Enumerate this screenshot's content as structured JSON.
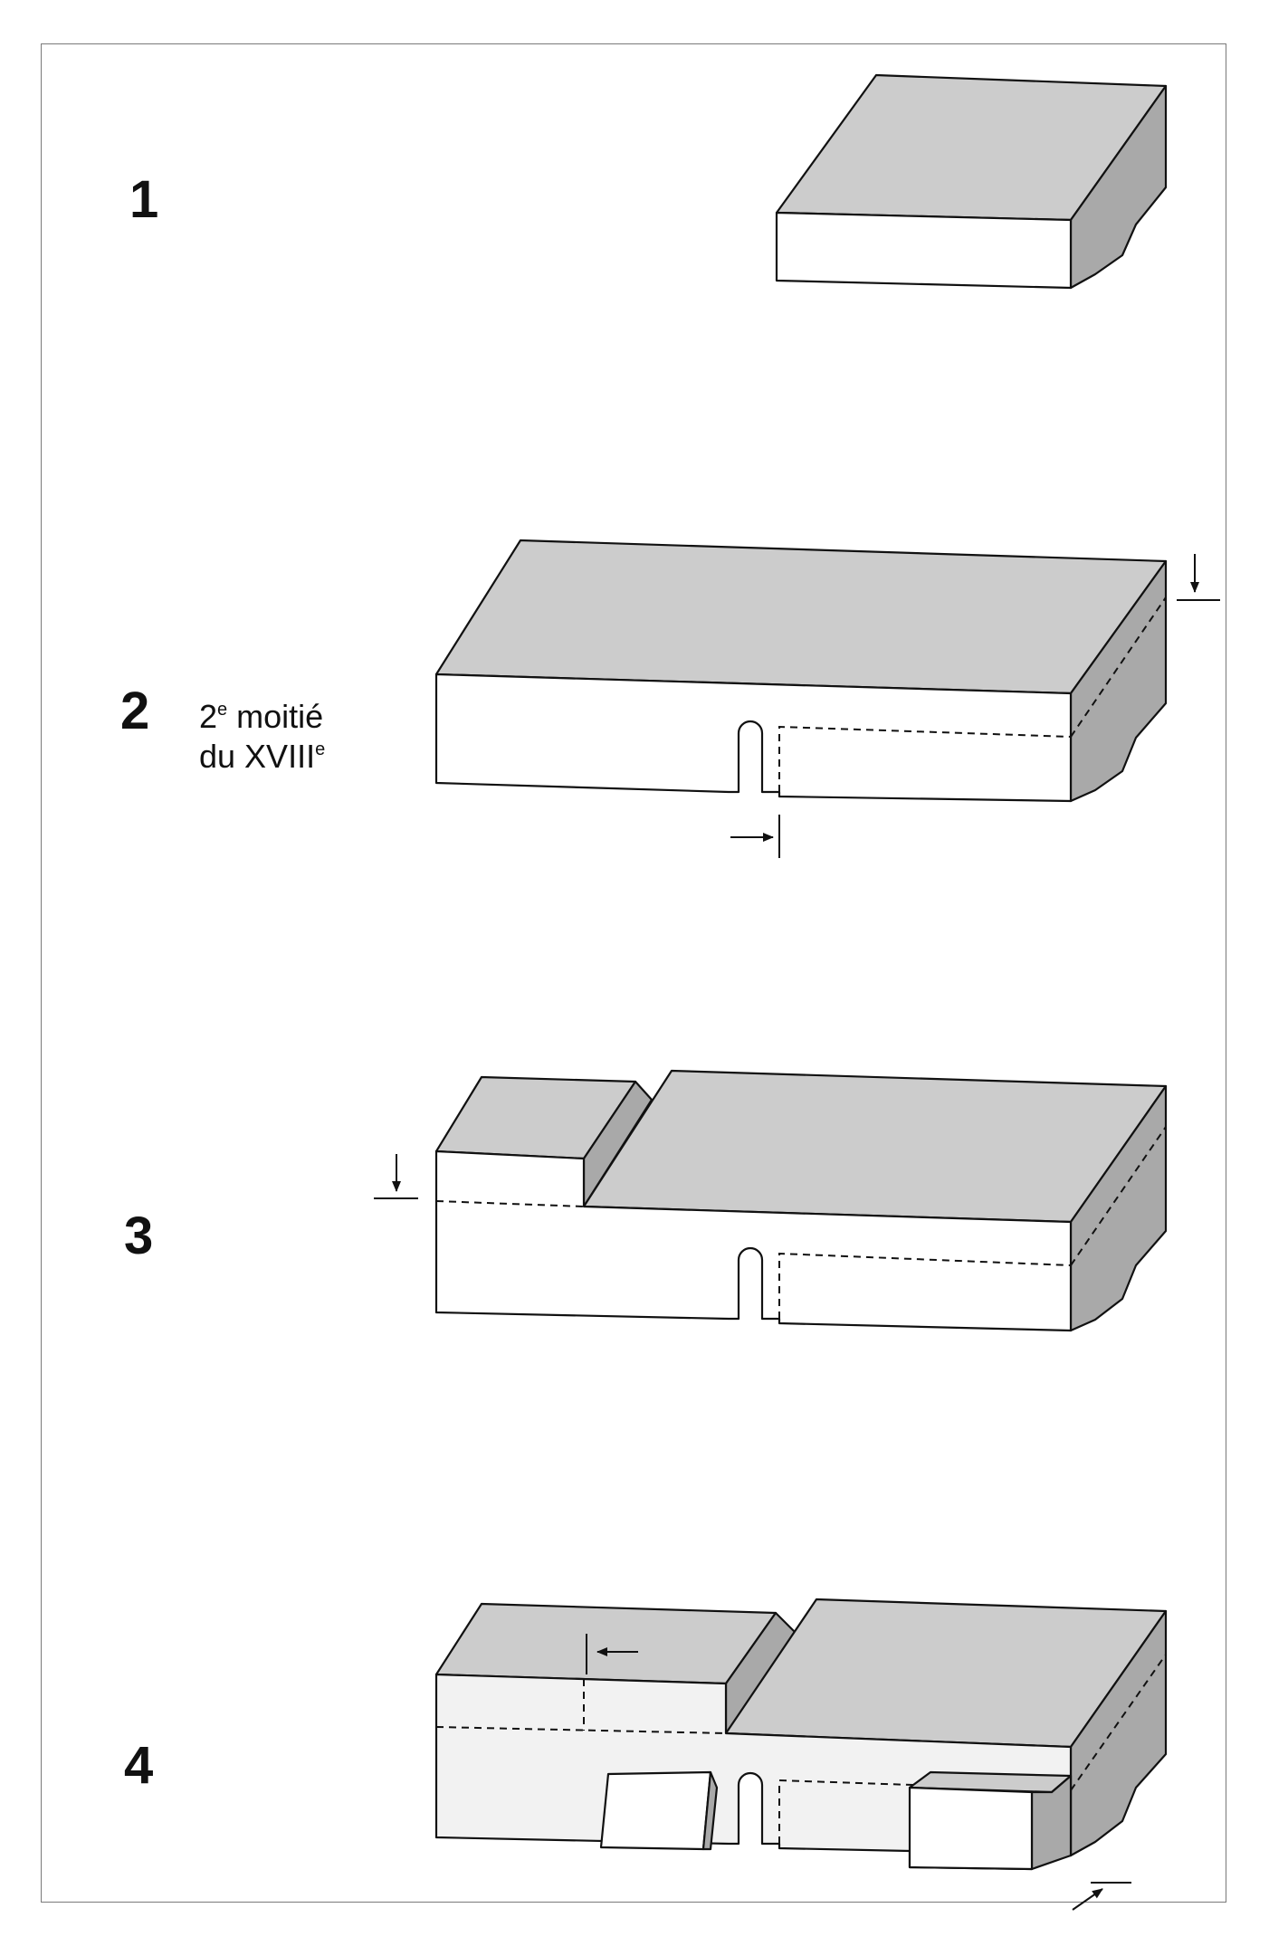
{
  "steps": [
    {
      "number": "1"
    },
    {
      "number": "2",
      "caption": {
        "line1_main": "2",
        "line1_sup": "e",
        "line1_rest": " moitié",
        "line2_main": "du XVIII",
        "line2_sup": "e"
      }
    },
    {
      "number": "3"
    },
    {
      "number": "4"
    }
  ],
  "colors": {
    "roof": "#cccccc",
    "side_wall": "#a9a9a9",
    "front_wall": "#ffffff",
    "front_wall_phase4": "#f2f2f2",
    "outline": "#111111"
  }
}
